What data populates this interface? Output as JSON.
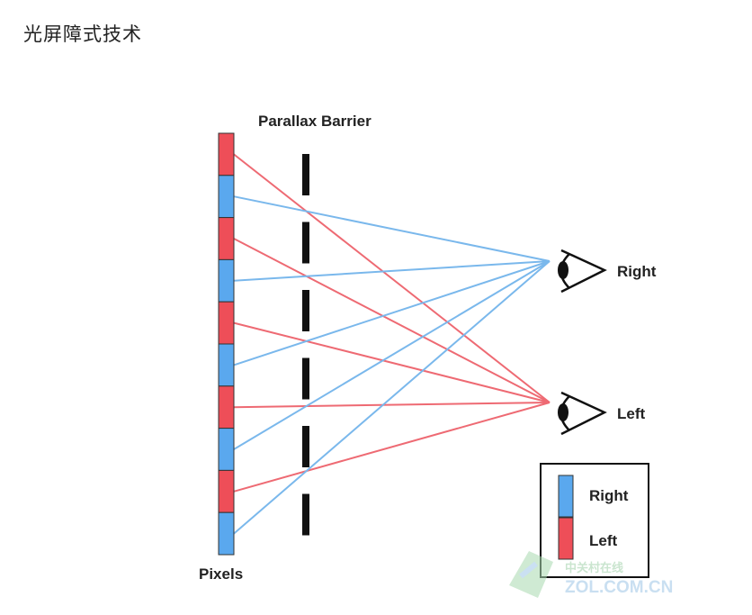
{
  "heading": "光屏障式技术",
  "diagram": {
    "barrier_label": "Parallax Barrier",
    "pixels_label": "Pixels",
    "eyes": {
      "right": "Right",
      "left": "Left"
    },
    "legend": [
      {
        "label": "Right",
        "color": "#5aa8ee"
      },
      {
        "label": "Left",
        "color": "#ee4e58"
      }
    ],
    "pixel_sequence": [
      "left",
      "right",
      "left",
      "right",
      "left",
      "right",
      "left",
      "right",
      "left",
      "right"
    ],
    "colors": {
      "right_fill": "#5aa8ee",
      "left_fill": "#ee4e58",
      "right_ray": "#7ab8ec",
      "left_ray": "#ee6a73",
      "barrier": "#111111"
    },
    "watermark": {
      "line1": "中关村在线",
      "line2": "ZOL.COM.CN"
    }
  }
}
